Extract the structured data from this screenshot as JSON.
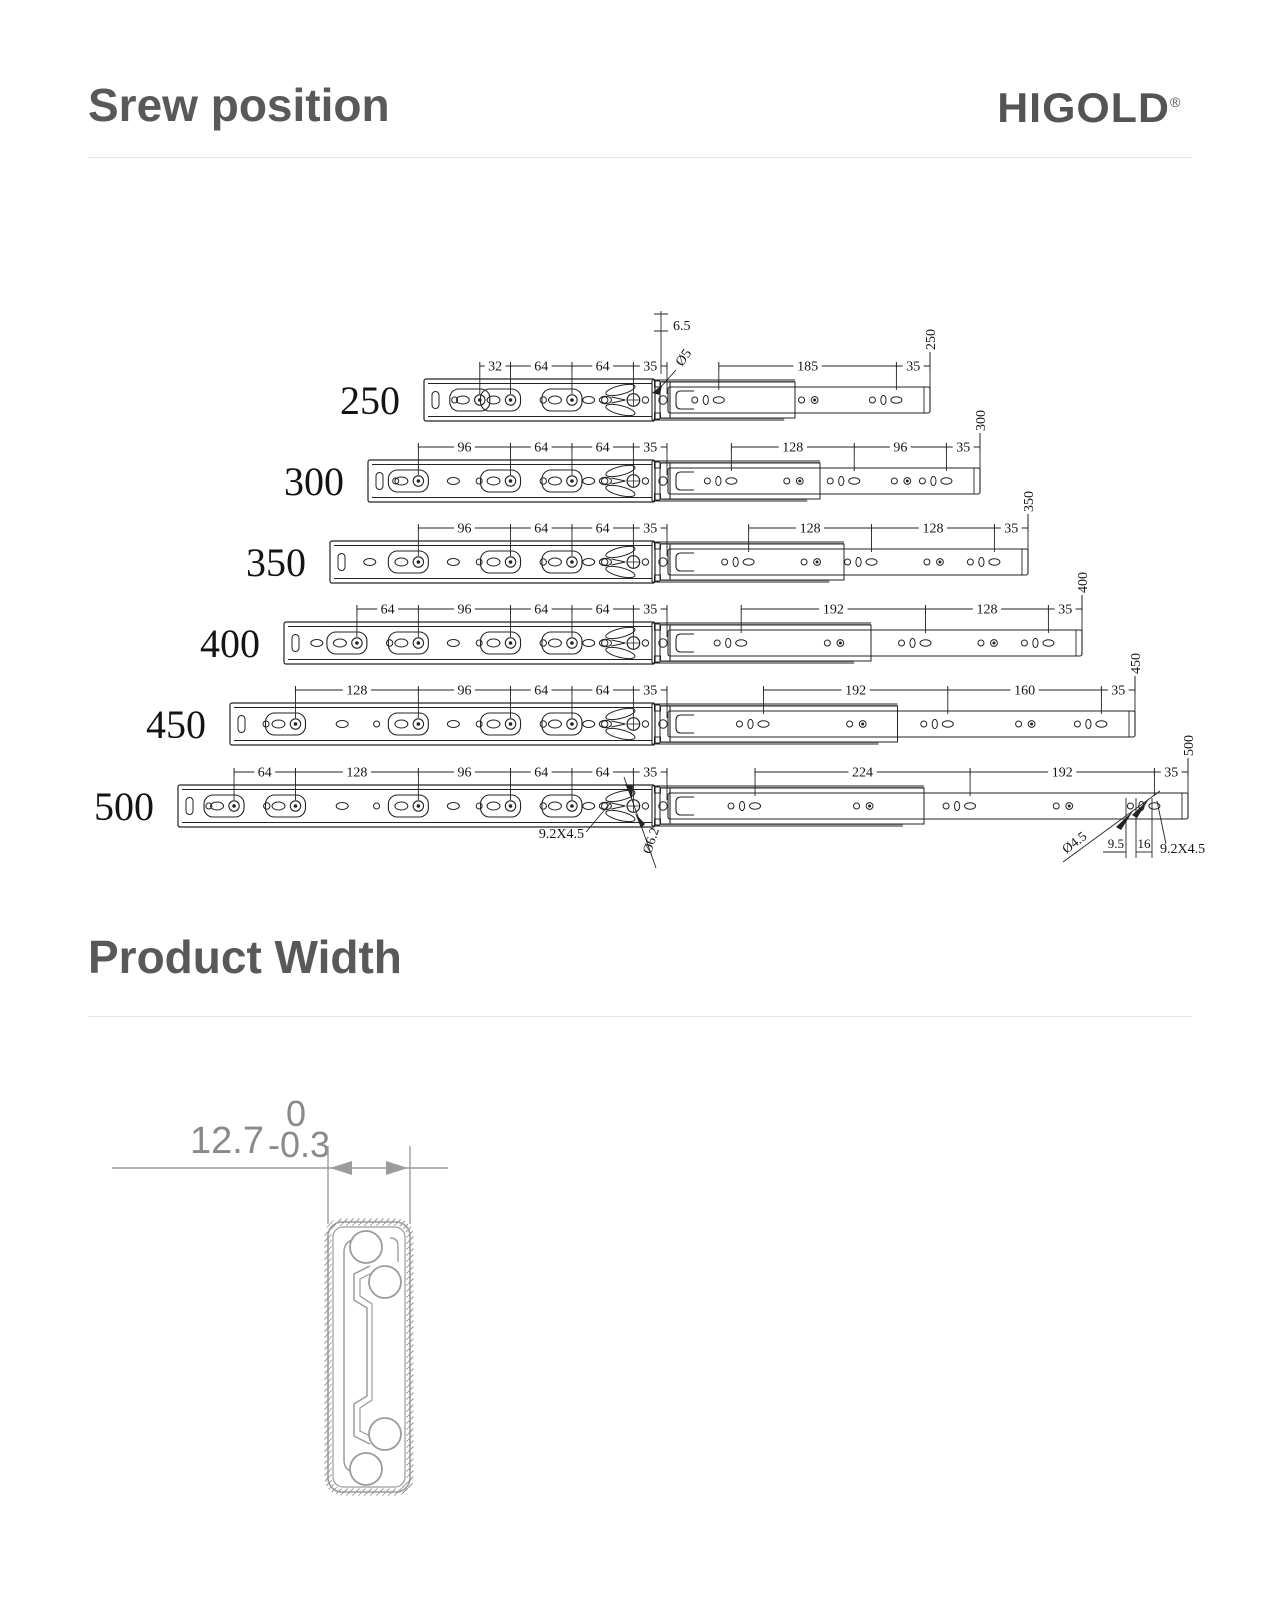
{
  "header": {
    "title": "Srew position",
    "brand": "HIGOLD",
    "brand_mark": "®"
  },
  "screw_diagram": {
    "rows": [
      {
        "size": "250",
        "left_dims": [
          32,
          64,
          64,
          35
        ],
        "right_dims": [
          185,
          35
        ]
      },
      {
        "size": "300",
        "left_dims": [
          96,
          64,
          64,
          35
        ],
        "right_dims": [
          128,
          96,
          35
        ]
      },
      {
        "size": "350",
        "left_dims": [
          96,
          64,
          64,
          35
        ],
        "right_dims": [
          128,
          128,
          35
        ]
      },
      {
        "size": "400",
        "left_dims": [
          64,
          96,
          64,
          64,
          35
        ],
        "right_dims": [
          192,
          128,
          35
        ]
      },
      {
        "size": "450",
        "left_dims": [
          128,
          96,
          64,
          64,
          35
        ],
        "right_dims": [
          192,
          160,
          35
        ]
      },
      {
        "size": "500",
        "left_dims": [
          64,
          128,
          96,
          64,
          64,
          35
        ],
        "right_dims": [
          224,
          192,
          35
        ]
      }
    ],
    "annotations": {
      "front_offset": "6.5",
      "front_hole": "Ø5",
      "slot_size": "9.2X4.5",
      "lever_hole": "Ø6.2",
      "rear_hole": "Ø4.5",
      "rear_offset_a": "9.5",
      "rear_offset_b": "16",
      "rear_slot": "9.2X4.5"
    }
  },
  "product_width": {
    "title": "Product Width",
    "dimension_value": "12.7",
    "tolerance_upper": "0",
    "tolerance_lower": "-0.3"
  },
  "colors": {
    "heading": "#58595b",
    "line": "#232323",
    "gray_strip": "#8f8f8f",
    "profile_line": "#9c9c9c",
    "profile_text": "#8a8a8a"
  }
}
